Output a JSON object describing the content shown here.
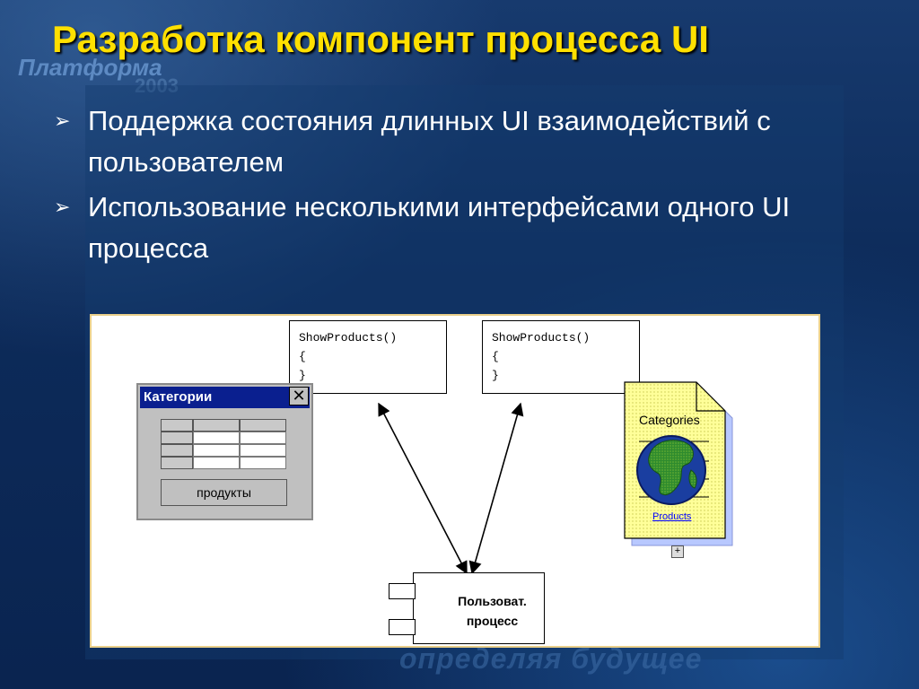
{
  "slide": {
    "title": "Разработка компонент процесса UI",
    "branding": {
      "logo_text": "Платформа",
      "logo_year": "2003",
      "slogan": "определяя будущее"
    },
    "bullets": [
      {
        "text": "Поддержка состояния длинных UI взаимодействий с пользователем"
      },
      {
        "text": "Использование несколькими интерфейсами одного UI процесса"
      }
    ]
  },
  "diagram": {
    "code_boxes": [
      {
        "lines": [
          "ShowProducts()",
          "{",
          "}"
        ]
      },
      {
        "lines": [
          "ShowProducts()",
          "{",
          "}"
        ]
      }
    ],
    "window": {
      "title": "Категории",
      "close_glyph": "✕",
      "button_label": "продукты"
    },
    "process": {
      "line1": "Пользоват.",
      "line2": "процесс"
    },
    "web_page": {
      "heading": "Categories",
      "link": "Products",
      "badge": "+"
    }
  },
  "colors": {
    "title": "#ffe000",
    "background": "#0b2a58",
    "window_title": "#0a1f8f",
    "doc_fill": "#ffff99",
    "globe_ocean": "#1a3ea0",
    "globe_land": "#2e8b2e"
  }
}
